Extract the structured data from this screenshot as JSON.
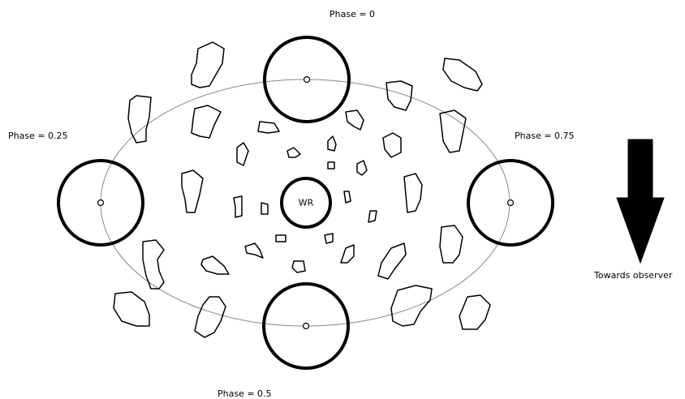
{
  "labels": {
    "phase_0": "Phase = 0",
    "phase_025": "Phase = 0.25",
    "phase_05": "Phase = 0.5",
    "phase_075": "Phase = 0.75",
    "observer": "Towards observer",
    "central_star": "WR"
  },
  "colors": {
    "stroke": "#000000",
    "orbit": "#8a8a8a",
    "background": "#ffffff"
  }
}
